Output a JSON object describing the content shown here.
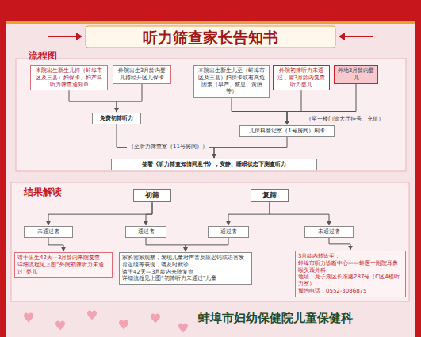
{
  "diagram": {
    "title": "听力筛查家长告知书",
    "caption": "蚌埠市妇幼保健院儿童保健科",
    "nodes": [
      {
        "text": [
          "本院出生新生儿持（蚌埠市区及三县）妇保卡、妇产科听力筛查通知单"
        ]
      },
      {
        "text": [
          "外院出生3月龄内婴儿持经开区儿保卡"
        ]
      },
      {
        "text": [
          "本院出生新生儿至（蚌埠市区及三县）妇保卡或有高危因素（早产、窒息、黄疸等）"
        ]
      },
      {
        "text": [
          "外院初筛听力未通过，需3月龄内复查听力婴儿"
        ]
      },
      {
        "text": [
          "外地3月龄内婴儿"
        ]
      },
      {
        "text": [
          "免费初筛听力"
        ]
      },
      {
        "text": [
          "儿保科登记室（1号房间）刷卡"
        ]
      },
      {
        "text": [
          "签署《听力筛查知情同意书》，安静、睡眠状态下测查听力"
        ]
      },
      {
        "text": [
          "初筛"
        ]
      },
      {
        "text": [
          "复筛"
        ]
      },
      {
        "text": [
          "未通过者"
        ]
      },
      {
        "text": [
          "通过者"
        ]
      },
      {
        "text": [
          "通过者"
        ]
      },
      {
        "text": [
          "未通过者"
        ]
      },
      {
        "text": [
          "请于出生42天—3月龄内来院复查",
          "详细流程见上图“外院初筛听力未通过”婴儿"
        ]
      },
      {
        "text": [
          "家长需家观察，发现儿童对声音反应迟钝或语言发育迟缓等表现，请及时就诊",
          "请于42天—3月龄内来院复查",
          "详细流程见上图“初筛听力未通过”儿童"
        ]
      },
      {
        "text": [
          "3月龄内转诊至：",
          "蚌埠市听力诊断中心——蚌医一附院耳鼻喉头颈外科",
          "地址：龙子湖区长淮路287号（C区4楼听力室）",
          "预约电话：0552-3086875"
        ]
      }
    ],
    "edges": [
      {
        "from": 0,
        "to": 5,
        "arrow": "to"
      },
      {
        "from": 1,
        "to": 5,
        "arrow": "to"
      },
      {
        "from": 2,
        "to": 6,
        "arrow": "to"
      },
      {
        "from": 3,
        "to": 6,
        "arrow": "to"
      },
      {
        "from": 4,
        "to": 6,
        "label": "（至一楼门诊大厅挂号、充值）",
        "arrow": "to"
      },
      {
        "from": 5,
        "to": 7,
        "arrow": "to"
      },
      {
        "from": 6,
        "to": 7,
        "label": "（至听力筛查室（11号房间））",
        "arrow": "to"
      },
      {
        "from": 8,
        "to": 10,
        "arrow": "to"
      },
      {
        "from": 8,
        "to": 11,
        "arrow": "to"
      },
      {
        "from": 9,
        "to": 12,
        "arrow": "to"
      },
      {
        "from": 9,
        "to": 13,
        "arrow": "to"
      },
      {
        "from": 10,
        "to": 14,
        "arrow": "to"
      },
      {
        "from": 11,
        "to": 15,
        "arrow": "to"
      },
      {
        "from": 12,
        "to": 15,
        "arrow": "to"
      },
      {
        "from": 13,
        "to": 16,
        "arrow": "to"
      }
    ],
    "labels": [
      "流程图",
      "结果解读"
    ]
  }
}
